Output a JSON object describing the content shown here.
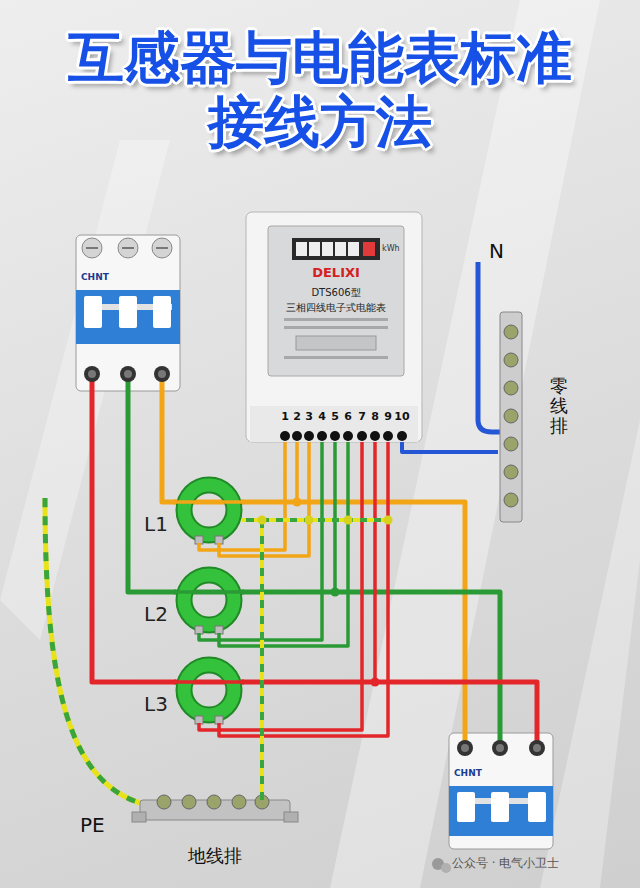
{
  "diagram": {
    "title": "互感器与电能表标准 接线方法",
    "nodes": [
      {
        "text": [
          "CHNT"
        ]
      },
      {
        "text": [
          "DELIXI",
          "DTS606型",
          "三相四线电子式电能表"
        ]
      },
      {
        "text": [
          "零线排"
        ]
      },
      {
        "text": [
          "L1"
        ]
      },
      {
        "text": [
          "L2"
        ]
      },
      {
        "text": [
          "L3"
        ]
      },
      {
        "text": [
          "CHNT"
        ]
      },
      {
        "text": [
          "地线排"
        ]
      }
    ],
    "edges": [
      {
        "from": 0,
        "to": 3,
        "arrow": "none"
      },
      {
        "from": 3,
        "to": 6,
        "arrow": "none"
      },
      {
        "from": 0,
        "to": 4,
        "arrow": "none"
      },
      {
        "from": 4,
        "to": 6,
        "arrow": "none"
      },
      {
        "from": 0,
        "to": 5,
        "arrow": "none"
      },
      {
        "from": 5,
        "to": 6,
        "arrow": "none"
      },
      {
        "from": 3,
        "to": 1,
        "arrow": "none"
      },
      {
        "from": 3,
        "to": 1,
        "arrow": "none"
      },
      {
        "from": 4,
        "to": 1,
        "arrow": "none"
      },
      {
        "from": 4,
        "to": 1,
        "arrow": "none"
      },
      {
        "from": 5,
        "to": 1,
        "arrow": "none"
      },
      {
        "from": 5,
        "to": 1,
        "arrow": "none"
      },
      {
        "from": 0,
        "to": 1,
        "arrow": "none"
      },
      {
        "from": 0,
        "to": 1,
        "arrow": "none"
      },
      {
        "from": 0,
        "to": 1,
        "arrow": "none"
      },
      {
        "from": 1,
        "to": 2,
        "arrow": "none"
      },
      {
        "from": 7,
        "to": 3,
        "arrow": "none"
      }
    ],
    "labels": [
      "N",
      "1",
      "2",
      "3",
      "4",
      "5",
      "6",
      "7",
      "8",
      "9",
      "10",
      "kWh",
      "PE",
      "公众号 · 电气小卫士"
    ]
  }
}
